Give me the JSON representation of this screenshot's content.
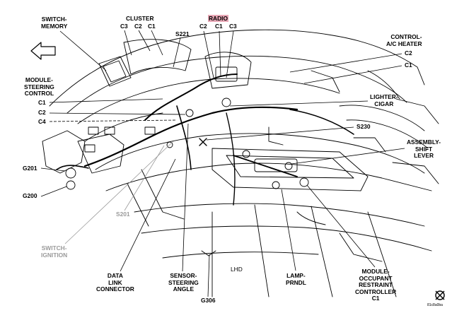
{
  "diagram": {
    "watermark": "81c8a0ba",
    "center_label": "LHD",
    "colors": {
      "line": "#000000",
      "grey_label": "#9a9a9a",
      "radio_highlight": "#e8a7b6"
    },
    "labels": {
      "switch_memory": "SWITCH-\nMEMORY",
      "cluster": "CLUSTER",
      "cluster_c3": "C3",
      "cluster_c2": "C2",
      "cluster_c1": "C1",
      "s221": "S221",
      "radio": "RADIO",
      "radio_c2": "C2",
      "radio_c1": "C1",
      "radio_c3": "C3",
      "control_ac_heater": "CONTROL-\nA/C HEATER",
      "ac_c2": "C2",
      "ac_c1": "C1",
      "module_steering_control": "MODULE-\nSTEERING\nCONTROL",
      "msc_c1": "C1",
      "msc_c2": "C2",
      "msc_c4": "C4",
      "lighter_cigar": "LIGHTER-\nCIGAR",
      "s230": "S230",
      "assembly_shift_lever": "ASSEMBLY-\nSHIFT\nLEVER",
      "g201": "G201",
      "g200": "G200",
      "s201": "S201",
      "switch_ignition": "SWITCH-\nIGNITION",
      "data_link_connector": "DATA\nLINK\nCONNECTOR",
      "sensor_steering_angle": "SENSOR-\nSTEERING\nANGLE",
      "g306": "G306",
      "lamp_prndl": "LAMP-\nPRNDL",
      "module_occupant": "MODULE-\nOCCUPANT\nRESTRAINT\nCONTROLLER\nC1"
    }
  }
}
